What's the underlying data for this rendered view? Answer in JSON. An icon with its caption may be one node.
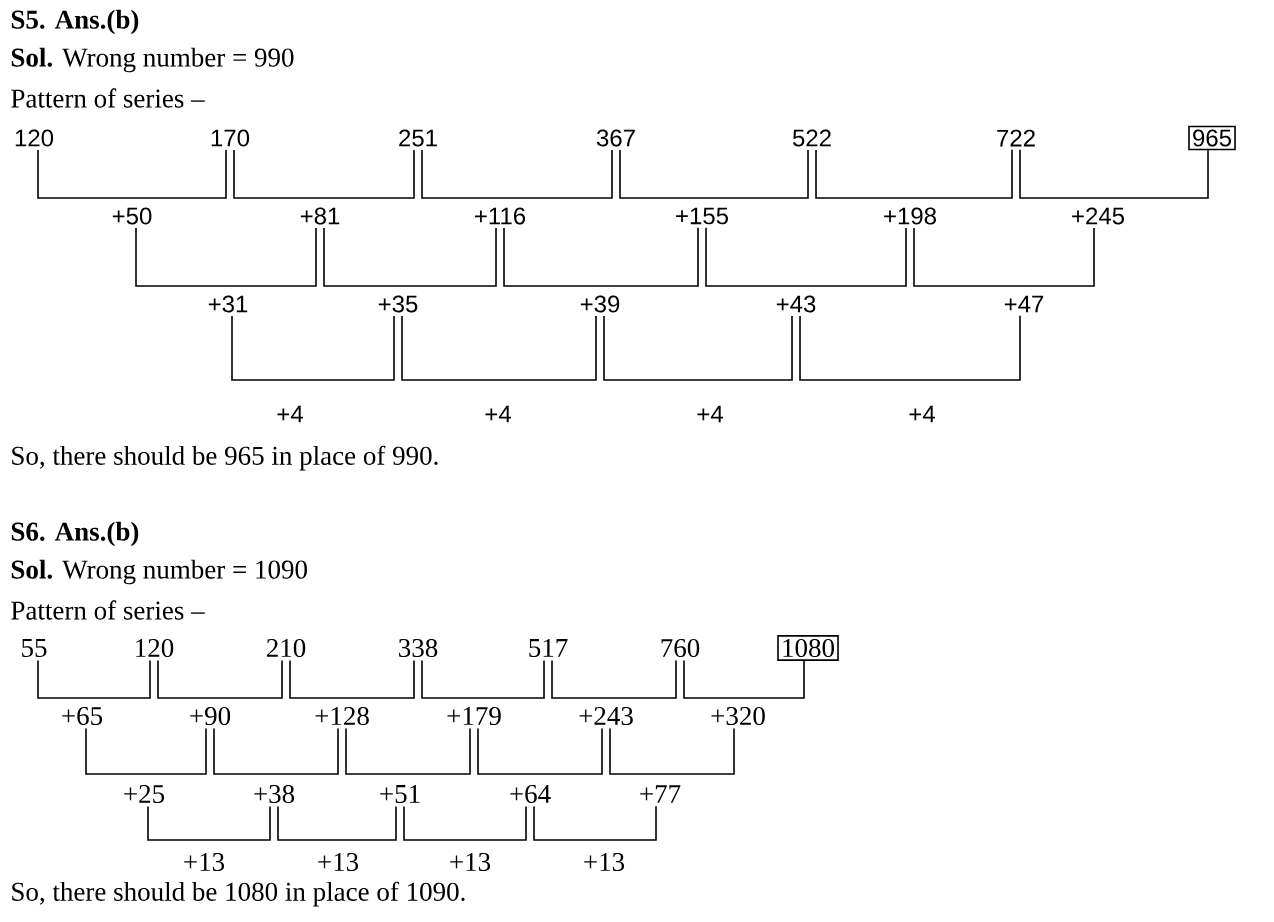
{
  "diagram": {
    "nodes": [
      {
        "text": [
          "120"
        ]
      },
      {
        "text": [
          "170"
        ]
      },
      {
        "text": [
          "251"
        ]
      },
      {
        "text": [
          "367"
        ]
      },
      {
        "text": [
          "522"
        ]
      },
      {
        "text": [
          "722"
        ]
      },
      {
        "text": [
          "965"
        ]
      },
      {
        "text": [
          "+50"
        ]
      },
      {
        "text": [
          "+81"
        ]
      },
      {
        "text": [
          "+116"
        ]
      },
      {
        "text": [
          "+155"
        ]
      },
      {
        "text": [
          "+198"
        ]
      },
      {
        "text": [
          "+245"
        ]
      },
      {
        "text": [
          "+31"
        ]
      },
      {
        "text": [
          "+35"
        ]
      },
      {
        "text": [
          "+39"
        ]
      },
      {
        "text": [
          "+43"
        ]
      },
      {
        "text": [
          "+47"
        ]
      },
      {
        "text": [
          "+4"
        ]
      },
      {
        "text": [
          "+4"
        ]
      },
      {
        "text": [
          "+4"
        ]
      },
      {
        "text": [
          "+4"
        ]
      },
      {
        "text": [
          "55"
        ]
      },
      {
        "text": [
          "120"
        ]
      },
      {
        "text": [
          "210"
        ]
      },
      {
        "text": [
          "338"
        ]
      },
      {
        "text": [
          "517"
        ]
      },
      {
        "text": [
          "760"
        ]
      },
      {
        "text": [
          "1080"
        ]
      },
      {
        "text": [
          "+65"
        ]
      },
      {
        "text": [
          "+90"
        ]
      },
      {
        "text": [
          "+128"
        ]
      },
      {
        "text": [
          "+179"
        ]
      },
      {
        "text": [
          "+243"
        ]
      },
      {
        "text": [
          "+320"
        ]
      },
      {
        "text": [
          "+25"
        ]
      },
      {
        "text": [
          "+38"
        ]
      },
      {
        "text": [
          "+51"
        ]
      },
      {
        "text": [
          "+64"
        ]
      },
      {
        "text": [
          "+77"
        ]
      },
      {
        "text": [
          "+13"
        ]
      },
      {
        "text": [
          "+13"
        ]
      },
      {
        "text": [
          "+13"
        ]
      },
      {
        "text": [
          "+13"
        ]
      }
    ],
    "edges": [
      {
        "from": 0,
        "to": 1,
        "arrow": "none"
      },
      {
        "from": 1,
        "to": 2,
        "arrow": "none"
      },
      {
        "from": 2,
        "to": 3,
        "arrow": "none"
      },
      {
        "from": 3,
        "to": 4,
        "arrow": "none"
      },
      {
        "from": 4,
        "to": 5,
        "arrow": "none"
      },
      {
        "from": 5,
        "to": 6,
        "arrow": "none"
      },
      {
        "from": 7,
        "to": 8,
        "arrow": "none"
      },
      {
        "from": 8,
        "to": 9,
        "arrow": "none"
      },
      {
        "from": 9,
        "to": 10,
        "arrow": "none"
      },
      {
        "from": 10,
        "to": 11,
        "arrow": "none"
      },
      {
        "from": 11,
        "to": 12,
        "arrow": "none"
      },
      {
        "from": 13,
        "to": 14,
        "arrow": "none"
      },
      {
        "from": 14,
        "to": 15,
        "arrow": "none"
      },
      {
        "from": 15,
        "to": 16,
        "arrow": "none"
      },
      {
        "from": 16,
        "to": 17,
        "arrow": "none"
      },
      {
        "from": 22,
        "to": 23,
        "arrow": "none"
      },
      {
        "from": 23,
        "to": 24,
        "arrow": "none"
      },
      {
        "from": 24,
        "to": 25,
        "arrow": "none"
      },
      {
        "from": 25,
        "to": 26,
        "arrow": "none"
      },
      {
        "from": 26,
        "to": 27,
        "arrow": "none"
      },
      {
        "from": 27,
        "to": 28,
        "arrow": "none"
      },
      {
        "from": 29,
        "to": 30,
        "arrow": "none"
      },
      {
        "from": 30,
        "to": 31,
        "arrow": "none"
      },
      {
        "from": 31,
        "to": 32,
        "arrow": "none"
      },
      {
        "from": 32,
        "to": 33,
        "arrow": "none"
      },
      {
        "from": 33,
        "to": 34,
        "arrow": "none"
      },
      {
        "from": 35,
        "to": 36,
        "arrow": "none"
      },
      {
        "from": 36,
        "to": 37,
        "arrow": "none"
      },
      {
        "from": 37,
        "to": 38,
        "arrow": "none"
      },
      {
        "from": 38,
        "to": 39,
        "arrow": "none"
      }
    ],
    "labels": [
      "S5. Ans.(b)",
      "**Sol.** Wrong number = 990",
      "Pattern of series –",
      "So, there should be 965 in place of 990.",
      "S6. Ans.(b)",
      "**Sol.** Wrong number = 1090",
      "Pattern of series –",
      "So, there should be 1080 in place of 1090."
    ]
  }
}
